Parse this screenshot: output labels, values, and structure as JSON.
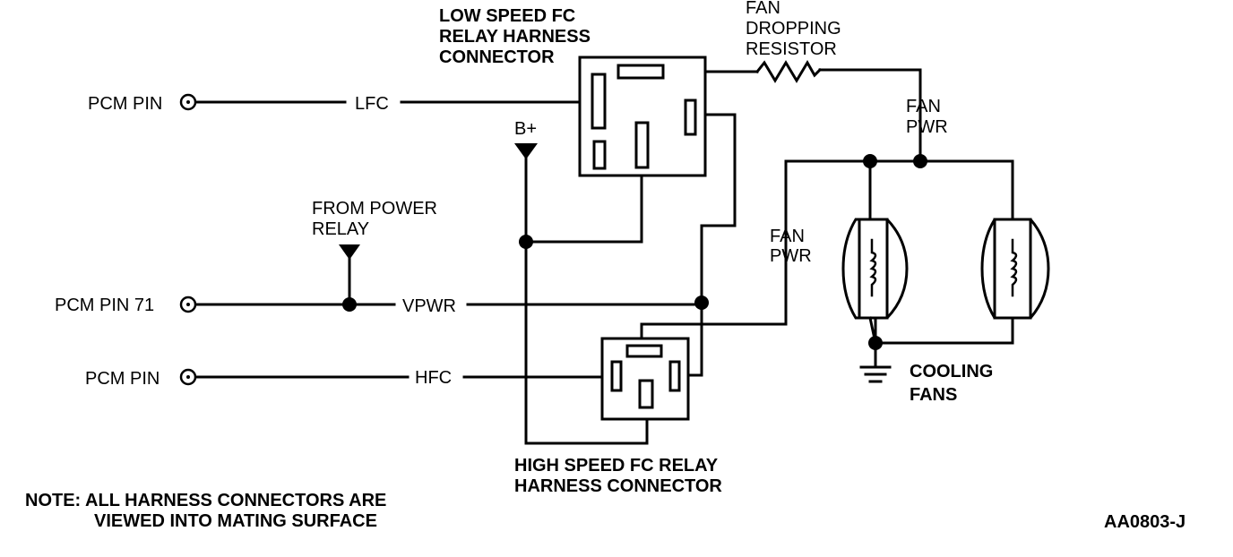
{
  "labels": {
    "low_speed_title": [
      "LOW SPEED FC",
      "RELAY HARNESS",
      "CONNECTOR"
    ],
    "fan_dropping_resistor": [
      "FAN",
      "DROPPING",
      "RESISTOR"
    ],
    "fan_pwr_upper": [
      "FAN",
      "PWR"
    ],
    "fan_pwr_lower": [
      "FAN",
      "PWR"
    ],
    "pcm_pin_lfc": "PCM PIN",
    "lfc": "LFC",
    "b_plus": "B+",
    "from_power_relay": [
      "FROM POWER",
      "RELAY"
    ],
    "pcm_pin_71": "PCM PIN 71",
    "vpwr": "VPWR",
    "pcm_pin_hfc": "PCM PIN",
    "hfc": "HFC",
    "cooling_fans": [
      "COOLING",
      "FANS"
    ],
    "high_speed_title": [
      "HIGH SPEED FC RELAY",
      "HARNESS CONNECTOR"
    ],
    "note": [
      "NOTE: ALL HARNESS CONNECTORS ARE",
      "VIEWED INTO MATING SURFACE"
    ],
    "figure_id": "AA0803-J"
  }
}
